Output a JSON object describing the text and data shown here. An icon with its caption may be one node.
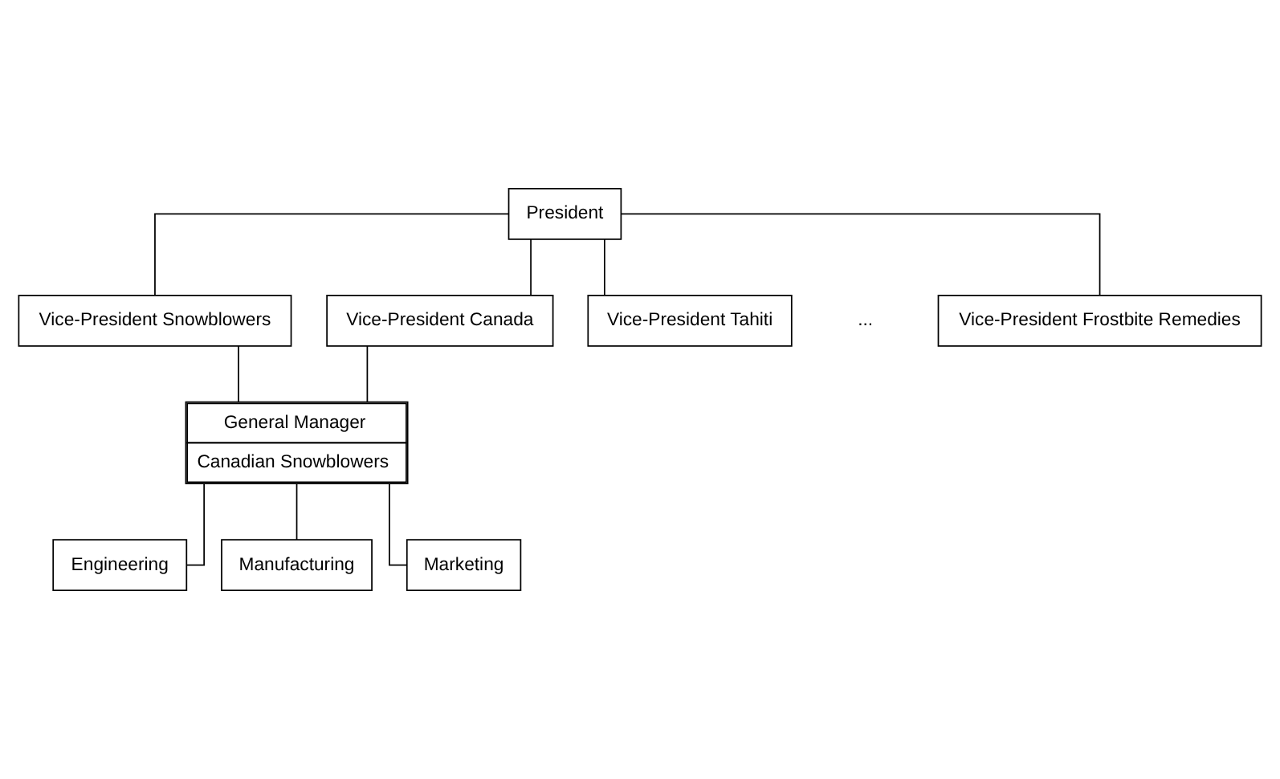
{
  "diagram": {
    "nodes": [
      {
        "text": [
          "President"
        ]
      },
      {
        "text": [
          "Vice-President Frostbite Remedies"
        ]
      },
      {
        "text": [
          "Vice-President Snowblowers"
        ]
      },
      {
        "text": [
          "Vice-President Canada"
        ]
      },
      {
        "text": [
          "Vice-President Tahiti"
        ]
      },
      {
        "text": [
          "General Manager",
          "Canadian Snowblowers"
        ]
      },
      {
        "text": [
          "Engineering"
        ]
      },
      {
        "text": [
          "Manufacturing"
        ]
      },
      {
        "text": [
          "Marketing"
        ]
      }
    ],
    "edges": [
      {
        "from": 0,
        "to": 1,
        "arrow": "none"
      },
      {
        "from": 0,
        "to": 2,
        "arrow": "none"
      },
      {
        "from": 0,
        "to": 3,
        "arrow": "none"
      },
      {
        "from": 0,
        "to": 4,
        "arrow": "none"
      },
      {
        "from": 2,
        "to": 5,
        "arrow": "none"
      },
      {
        "from": 3,
        "to": 5,
        "arrow": "none"
      },
      {
        "from": 5,
        "to": 6,
        "arrow": "none"
      },
      {
        "from": 5,
        "to": 7,
        "arrow": "none"
      },
      {
        "from": 5,
        "to": 8,
        "arrow": "none"
      }
    ],
    "labels": [
      "..."
    ]
  }
}
